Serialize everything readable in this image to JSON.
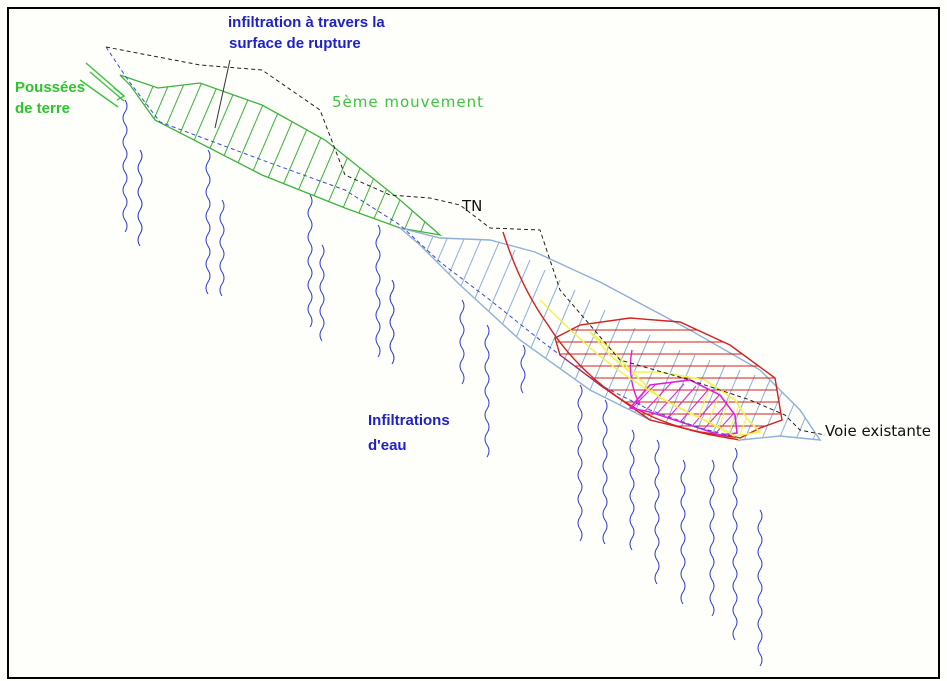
{
  "labels": {
    "infiltration_rupture_line1": "infiltration à travers la",
    "infiltration_rupture_line2": "surface de rupture",
    "poussees_line1": "Poussées",
    "poussees_line2": "de terre",
    "movement": "5ème mouvement",
    "tn": "TN",
    "infiltrations_line1": "Infiltrations",
    "infiltrations_line2": "d'eau",
    "voie": "Voie existante"
  },
  "colors": {
    "green_zone": "#3cb43c",
    "blue_zone": "#8fb0d8",
    "red_zone": "#d42020",
    "yellow_zone": "#f2f24a",
    "magenta_zone": "#e020e0",
    "water": "#2a3ad8",
    "label_blue": "#1f22c9",
    "label_green": "#2ec42e"
  }
}
